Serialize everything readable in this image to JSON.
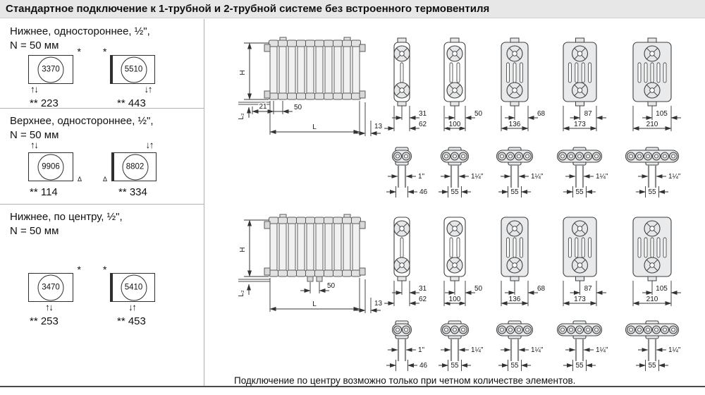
{
  "title": "Стандартное подключение к 1-трубной и 2-трубной системе без встроенного термовентиля",
  "sidebar": {
    "sections": [
      {
        "line1": "Нижнее, одностороннее, ½\",",
        "line2": "N = 50 мм",
        "left": {
          "code": "3370",
          "star": "*",
          "arrows": "↑↓",
          "value": "** 223"
        },
        "right": {
          "code": "5510",
          "star": "*",
          "arrows": "↓↑",
          "value": "** 443"
        }
      },
      {
        "line1": "Верхнее, одностороннее, ½\",",
        "line2": "N = 50 мм",
        "left": {
          "code": "9906",
          "delta": "Δ",
          "arrows": "↑↓",
          "value": "** 114"
        },
        "right": {
          "code": "8802",
          "delta": "Δ",
          "arrows": "↓↑",
          "value": "** 334"
        }
      },
      {
        "line1": "Нижнее, по центру, ½\",",
        "line2": "N = 50 мм",
        "left": {
          "code": "3470",
          "star": "*",
          "arrows": "↑↓",
          "value": "** 253"
        },
        "right": {
          "code": "5410",
          "star": "*",
          "arrows": "↓↑",
          "value": "** 453"
        }
      }
    ]
  },
  "front": {
    "row1": {
      "h": "H",
      "l2": "L₂",
      "d21": "21",
      "d50": "50",
      "l": "L",
      "d13": "13"
    },
    "row2": {
      "h": "H",
      "l2": "L₂",
      "d50": "50",
      "l": "L",
      "d13": "13"
    }
  },
  "sections_row1": [
    {
      "inner": "31",
      "outer": "62"
    },
    {
      "inner": "50",
      "outer": "100"
    },
    {
      "inner": "68",
      "outer": "136"
    },
    {
      "inner": "87",
      "outer": "173"
    },
    {
      "inner": "105",
      "outer": "210"
    }
  ],
  "sections_row2": [
    {
      "inner": "31",
      "outer": "62"
    },
    {
      "inner": "50",
      "outer": "100"
    },
    {
      "inner": "68",
      "outer": "136"
    },
    {
      "inner": "87",
      "outer": "173"
    },
    {
      "inner": "105",
      "outer": "210"
    }
  ],
  "topviews_row1": [
    {
      "thread": "1\"",
      "width": "46"
    },
    {
      "thread": "1¼\"",
      "width": "55"
    },
    {
      "thread": "1¼\"",
      "width": "55"
    },
    {
      "thread": "1¼\"",
      "width": "55"
    },
    {
      "thread": "1¼\"",
      "width": "55"
    }
  ],
  "topviews_row2": [
    {
      "thread": "1\"",
      "width": "46"
    },
    {
      "thread": "1¼\"",
      "width": "55"
    },
    {
      "thread": "1¼\"",
      "width": "55"
    },
    {
      "thread": "1¼\"",
      "width": "55"
    },
    {
      "thread": "1¼\"",
      "width": "55"
    }
  ],
  "footer_note": "Подключение по центру возможно только при четном количестве элементов."
}
